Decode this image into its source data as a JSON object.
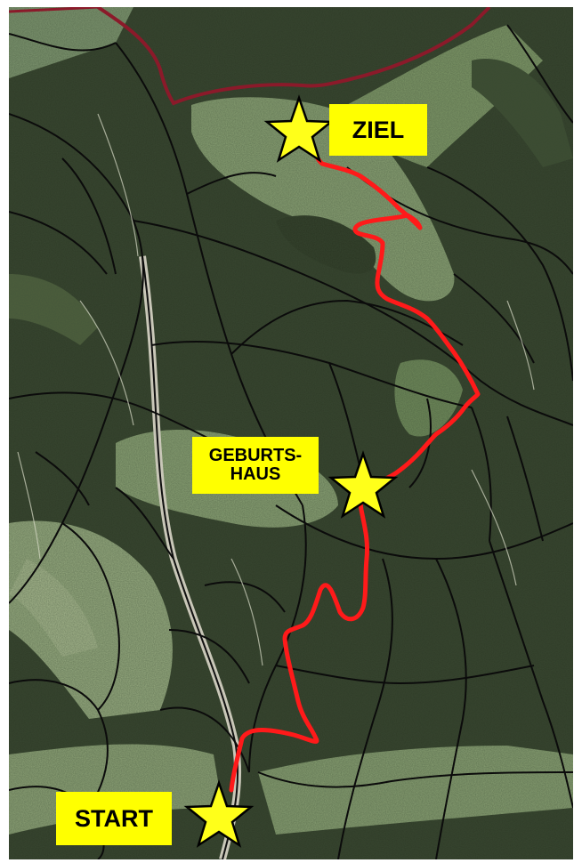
{
  "map": {
    "kind": "aerial-satellite-route-map",
    "colors": {
      "route": "#ff1a1a",
      "boundary": "#8b1a2a",
      "star_fill": "#ffff1a",
      "star_stroke": "#000000",
      "label_bg": "#ffff00",
      "forest": "#2e3a26",
      "meadow": "#8fa678",
      "paths": "#0a0a0a"
    },
    "markers": [
      {
        "id": "ziel",
        "label_lines": [
          "ZIEL"
        ],
        "icon": "star-icon"
      },
      {
        "id": "geburtshaus",
        "label_lines": [
          "GEBURTS-",
          "HAUS"
        ],
        "icon": "star-icon"
      },
      {
        "id": "start",
        "label_lines": [
          "START"
        ],
        "icon": "star-icon"
      }
    ]
  }
}
